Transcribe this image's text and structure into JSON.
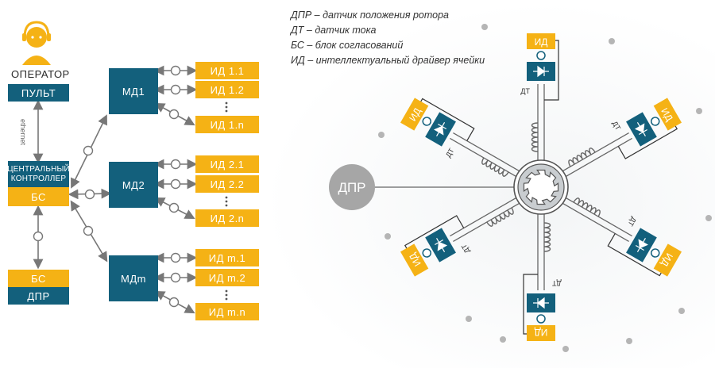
{
  "operator": {
    "label": "ОПЕРАТОР",
    "panel": "ПУЛЬТ"
  },
  "link": {
    "label": "ethernet"
  },
  "central": {
    "title_line1": "ЦЕНТРАЛЬНЫЙ",
    "title_line2": "КОНТРОЛЛЕР",
    "sub": "БС"
  },
  "dpr_block": {
    "top": "БС",
    "bottom": "ДПР"
  },
  "md_groups": [
    {
      "label": "МД1",
      "ids": [
        "ИД 1.1",
        "ИД 1.2",
        "ИД 1.n"
      ]
    },
    {
      "label": "МД2",
      "ids": [
        "ИД 2.1",
        "ИД 2.2",
        "ИД 2.n"
      ]
    },
    {
      "label": "МДm",
      "ids": [
        "ИД m.1",
        "ИД m.2",
        "ИД m.n"
      ]
    }
  ],
  "legend": [
    "ДПР – датчик положения ротора",
    "ДТ – датчик тока",
    "БС – блок согласований",
    "ИД – интеллектуальный драйвер ячейки"
  ],
  "motor": {
    "sensor_label": "ДПР",
    "driver_label": "ИД",
    "current_sensor_label": "ДТ"
  },
  "colors": {
    "yellow": "#f5b215",
    "blue": "#13607c",
    "gray": "#a6a6a6",
    "line": "#555555"
  }
}
